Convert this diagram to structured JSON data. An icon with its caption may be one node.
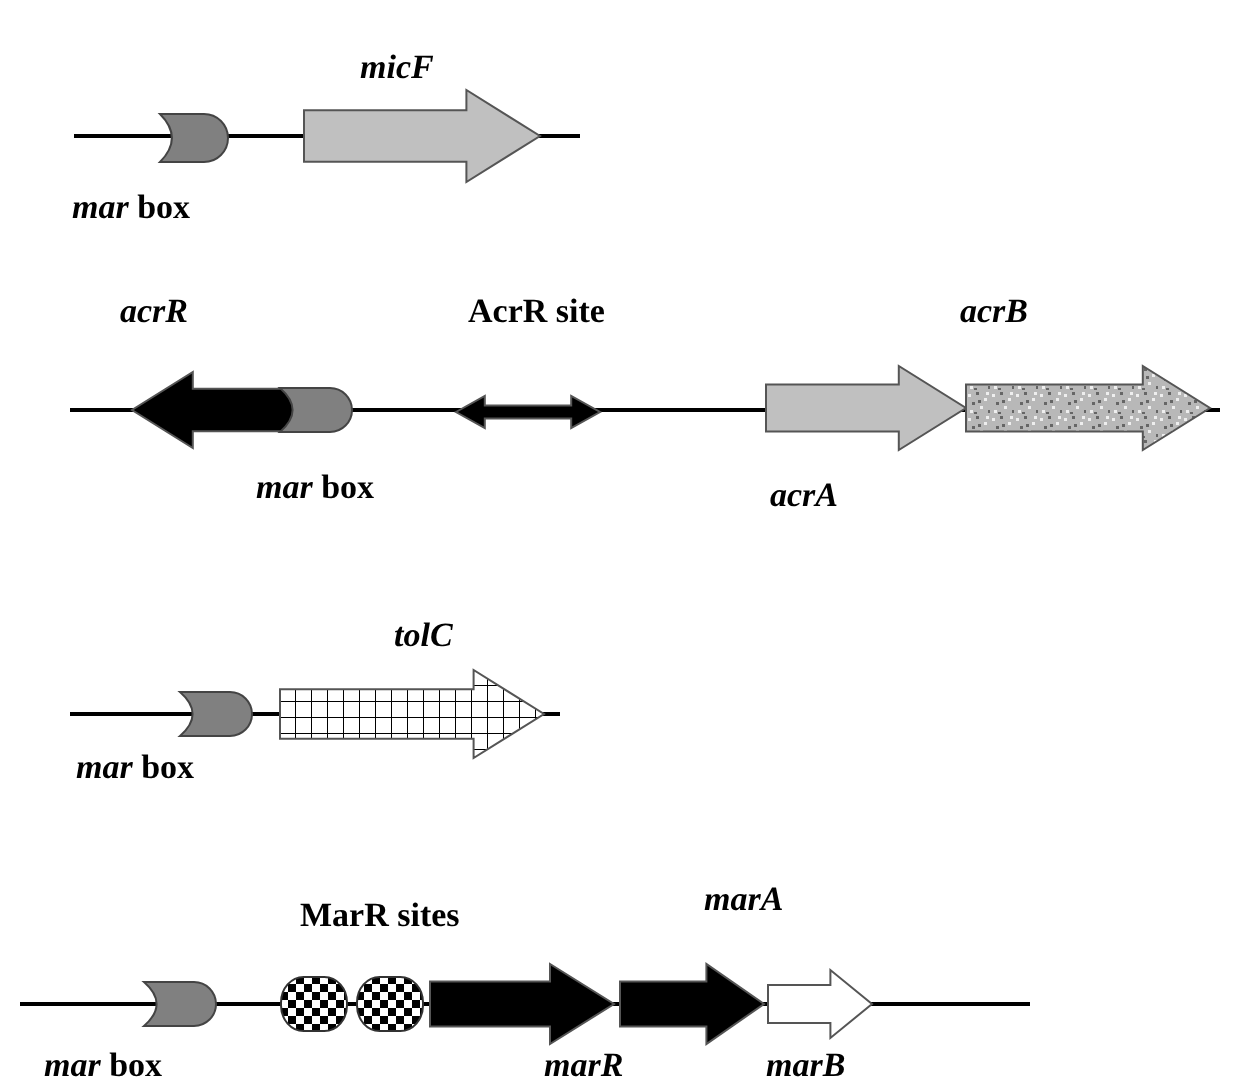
{
  "diagram": {
    "nodes": [
      {
        "text": [
          "*mar* box"
        ]
      },
      {
        "text": [
          "micF"
        ]
      },
      {
        "text": [
          "acrR"
        ]
      },
      {
        "text": [
          "*mar* box"
        ]
      },
      {
        "text": [
          "AcrR site"
        ]
      },
      {
        "text": [
          "acrA"
        ]
      },
      {
        "text": [
          "acrB"
        ]
      },
      {
        "text": [
          "*mar* box"
        ]
      },
      {
        "text": [
          "tolC"
        ]
      },
      {
        "text": [
          "*mar* box"
        ]
      },
      {
        "text": [],
        "shape": "oval"
      },
      {
        "text": [],
        "shape": "oval"
      },
      {
        "text": [
          "marR"
        ]
      },
      {
        "text": [
          "marA"
        ]
      },
      {
        "text": [
          "marB"
        ]
      }
    ],
    "labels": [
      "MarR sites"
    ]
  }
}
